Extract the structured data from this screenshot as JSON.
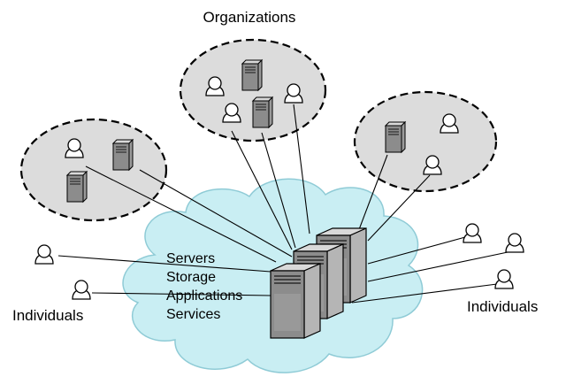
{
  "labels": {
    "top": "Organizations",
    "left": "Individuals",
    "right": "Individuals"
  },
  "cloud_items": [
    "Servers",
    "Storage",
    "Applications",
    "Services"
  ],
  "colors": {
    "cloud_fill": "#c9eef3",
    "cloud_stroke": "#8fcbd6",
    "org_fill": "#dcdcdc",
    "org_stroke": "#000000",
    "server_front": "#8c8c8c",
    "server_side": "#b5b5b5",
    "server_top": "#d9d9d9",
    "person_fill": "#ffffff",
    "line": "#000000"
  },
  "icons": {
    "server": "server-icon",
    "person": "person-icon"
  }
}
